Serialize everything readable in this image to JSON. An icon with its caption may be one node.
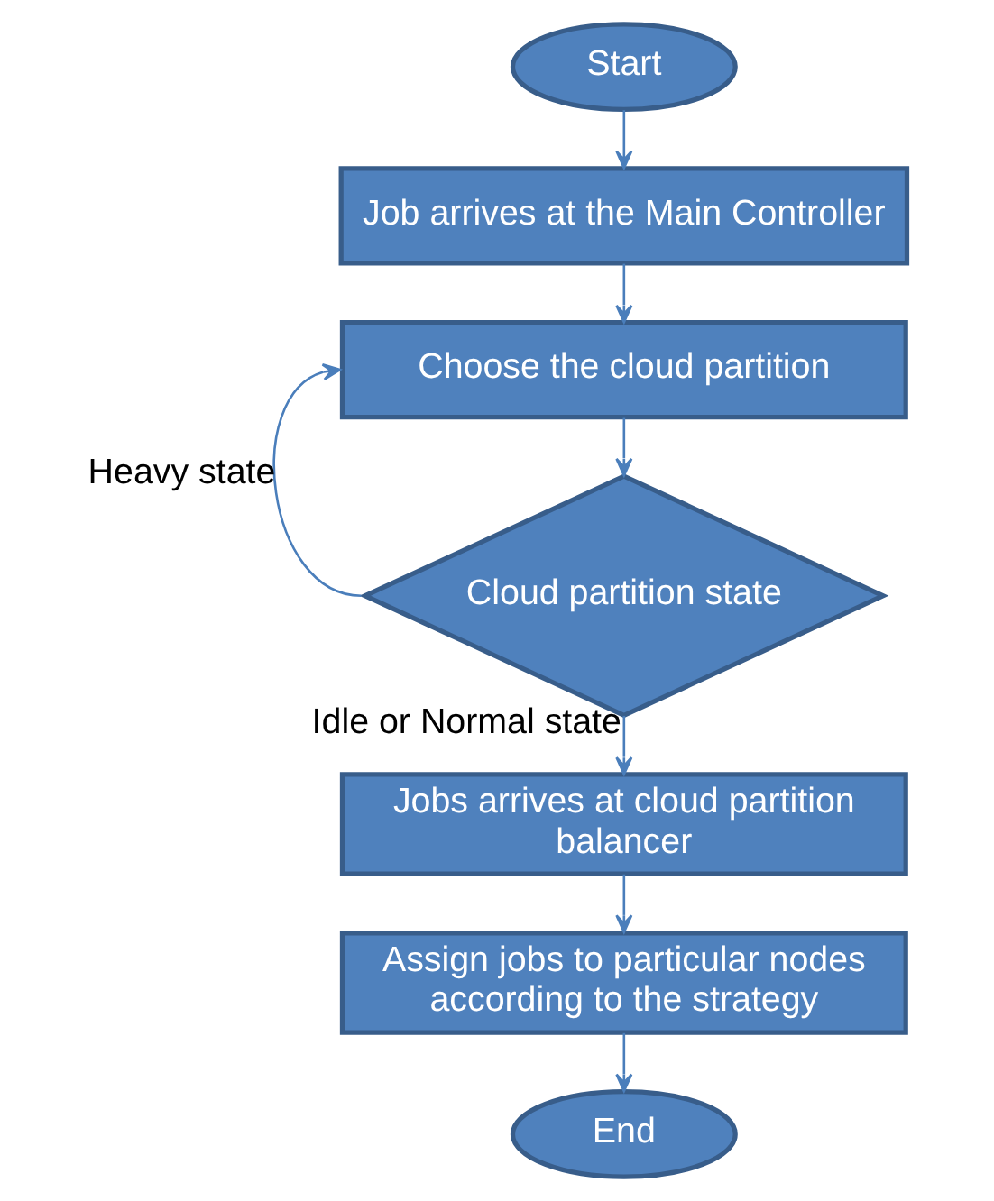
{
  "diagram": {
    "nodes": [
      {
        "text": [
          "Start"
        ]
      },
      {
        "text": [
          "Job arrives at the Main Controller"
        ]
      },
      {
        "text": [
          "Choose the cloud partition"
        ]
      },
      {
        "text": [
          "Cloud partition state"
        ]
      },
      {
        "text": [
          "Jobs arrives at cloud partition balancer"
        ]
      },
      {
        "text": [
          "Assign jobs to particular nodes according to the strategy"
        ]
      },
      {
        "text": [
          "End"
        ]
      }
    ],
    "edges": [
      {
        "from": 0,
        "to": 1,
        "arrow": "to"
      },
      {
        "from": 1,
        "to": 2,
        "arrow": "to"
      },
      {
        "from": 2,
        "to": 3,
        "arrow": "to"
      },
      {
        "from": 3,
        "to": 2,
        "arrow": "to",
        "label": "Heavy state"
      },
      {
        "from": 3,
        "to": 4,
        "arrow": "to",
        "label": "Idle or Normal state"
      },
      {
        "from": 4,
        "to": 5,
        "arrow": "to"
      },
      {
        "from": 5,
        "to": 6,
        "arrow": "to"
      }
    ]
  }
}
